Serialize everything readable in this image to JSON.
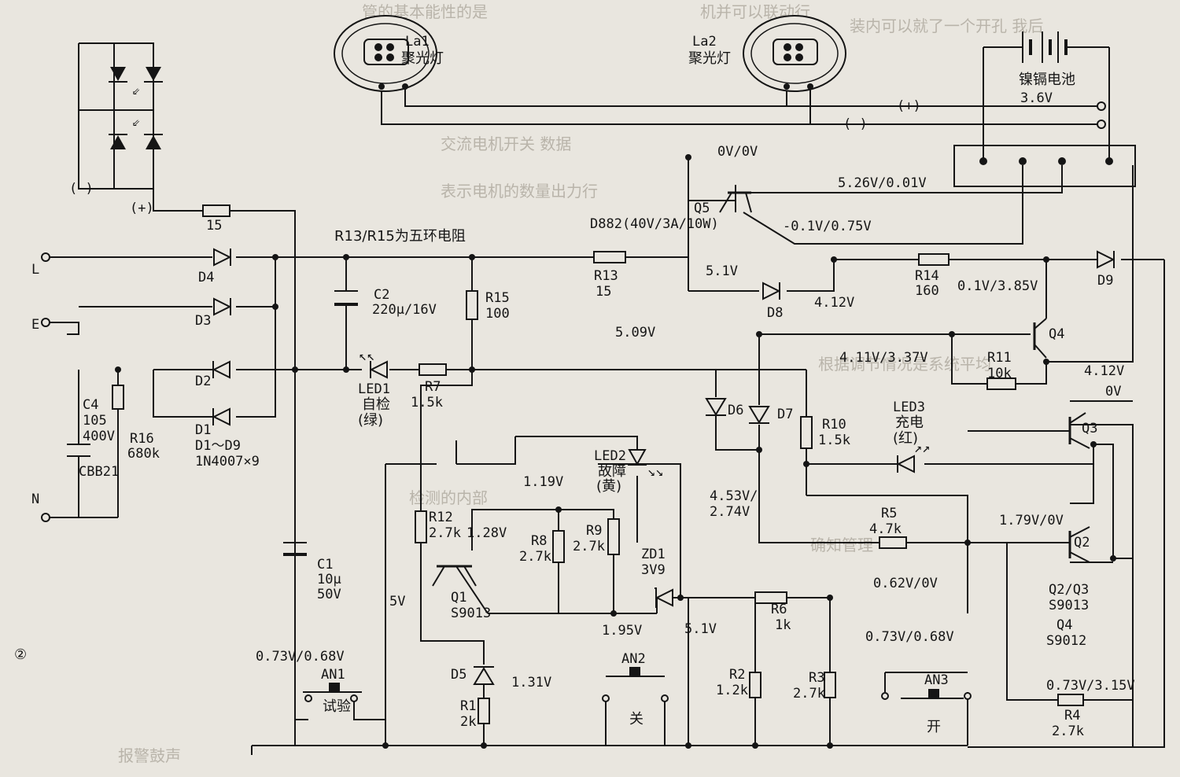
{
  "figure_number": "②",
  "lamps": {
    "la1": {
      "ref": "La1",
      "name": "聚光灯"
    },
    "la2": {
      "ref": "La2",
      "name": "聚光灯"
    }
  },
  "battery": {
    "name": "镍镉电池",
    "voltage": "3.6V"
  },
  "bus_marks": {
    "plus": "(+)",
    "minus": "(-)",
    "bridge_minus": "(-)",
    "bridge_plus": "(+)"
  },
  "mains": {
    "L": "L",
    "E": "E",
    "N": "N"
  },
  "note_resistors": "R13/R15为五环电阻",
  "resistors": {
    "top15": "15",
    "R15": {
      "ref": "R15",
      "value": "100"
    },
    "R13": {
      "ref": "R13",
      "value": "15"
    },
    "R14": {
      "ref": "R14",
      "value": "160"
    },
    "R11": {
      "ref": "R11",
      "value": "10k"
    },
    "R7": {
      "ref": "R7",
      "value": "1.5k"
    },
    "R10": {
      "ref": "R10",
      "value": "1.5k"
    },
    "R12": {
      "ref": "R12",
      "value": "2.7k"
    },
    "R8": {
      "ref": "R8",
      "value": "2.7k"
    },
    "R9": {
      "ref": "R9",
      "value": "2.7k"
    },
    "R16": {
      "ref": "R16",
      "value": "680k"
    },
    "R6": {
      "ref": "R6",
      "value": "1k"
    },
    "R5": {
      "ref": "R5",
      "value": "4.7k"
    },
    "R2": {
      "ref": "R2",
      "value": "1.2k"
    },
    "R3": {
      "ref": "R3",
      "value": "2.7k"
    },
    "R1": {
      "ref": "R1",
      "value": "2k"
    },
    "R4": {
      "ref": "R4",
      "value": "2.7k"
    }
  },
  "capacitors": {
    "C2": {
      "ref": "C2",
      "value": "220μ/16V"
    },
    "C1": {
      "ref": "C1",
      "value": "10μ",
      "voltage": "50V"
    },
    "C4": {
      "ref": "C4",
      "value": "105",
      "voltage": "400V",
      "type": "CBB21"
    }
  },
  "diodes": {
    "D1": "D1",
    "D2": "D2",
    "D3": "D3",
    "D4": "D4",
    "D5": "D5",
    "D6": "D6",
    "D7": "D7",
    "D8": "D8",
    "D9": "D9",
    "range": "D1～D9",
    "part": "1N4007×9",
    "ZD1": {
      "ref": "ZD1",
      "value": "3V9"
    }
  },
  "leds": {
    "LED1": {
      "ref": "LED1",
      "name": "自检",
      "color": "(绿)"
    },
    "LED2": {
      "ref": "LED2",
      "name": "故障",
      "color": "(黄)"
    },
    "LED3": {
      "ref": "LED3",
      "name": "充电",
      "color": "(红)"
    }
  },
  "transistors": {
    "Q5": {
      "ref": "Q5",
      "part": "D882(40V/3A/10W)"
    },
    "Q1": {
      "ref": "Q1",
      "part": "S9013"
    },
    "Q2": "Q2",
    "Q3": "Q3",
    "Q4": "Q4",
    "q23_part": "Q2/Q3",
    "q23_model": "S9013",
    "q4_ref": "Q4",
    "q4_model": "S9012"
  },
  "switches": {
    "AN1": {
      "ref": "AN1",
      "name": "试验"
    },
    "AN2": {
      "ref": "AN2",
      "name": "关"
    },
    "AN3": {
      "ref": "AN3",
      "name": "开"
    }
  },
  "voltages": {
    "v0_0": "0V/0V",
    "v526": "5.26V/0.01V",
    "vm01": "-0.1V/0.75V",
    "v51a": "5.1V",
    "v412a": "4.12V",
    "v01_385": "0.1V/3.85V",
    "v509": "5.09V",
    "v411": "4.11V/3.37V",
    "v412b": "4.12V",
    "v0v": "0V",
    "v453": "4.53V/",
    "v274": "2.74V",
    "v119": "1.19V",
    "v128": "1.28V",
    "v5": "5V",
    "v179": "1.79V/0V",
    "v062": "0.62V/0V",
    "v195": "1.95V",
    "v51b": "5.1V",
    "v073a": "0.73V/0.68V",
    "v073b": "0.73V/0.68V",
    "v131": "1.31V",
    "v073c": "0.73V/3.15V"
  },
  "background_text": [
    "管的基本能性的是",
    "机并可以联动行",
    "装内可以就了一个开孔 我后",
    "交流电机开关 数据",
    "表示电机的数量出力行",
    "根据调节情况是系统平均",
    "检测的内部",
    "确知管理",
    "报警鼓声"
  ]
}
